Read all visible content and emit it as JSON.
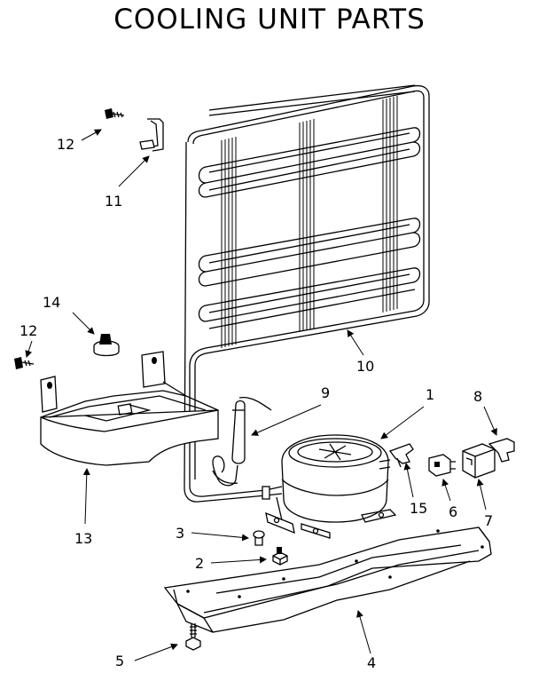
{
  "title": "COOLING UNIT PARTS",
  "callouts": [
    {
      "id": "1",
      "part": "compressor"
    },
    {
      "id": "2",
      "part": "nut"
    },
    {
      "id": "3",
      "part": "mounting-bolt"
    },
    {
      "id": "4",
      "part": "base-plate"
    },
    {
      "id": "5",
      "part": "screw"
    },
    {
      "id": "6",
      "part": "relay"
    },
    {
      "id": "7",
      "part": "overload"
    },
    {
      "id": "8",
      "part": "relay-cover-clip"
    },
    {
      "id": "9",
      "part": "drier"
    },
    {
      "id": "10",
      "part": "condenser"
    },
    {
      "id": "11",
      "part": "bracket"
    },
    {
      "id": "12",
      "part": "screw"
    },
    {
      "id": "13",
      "part": "drain-pan"
    },
    {
      "id": "14",
      "part": "heater-plug"
    },
    {
      "id": "15",
      "part": "clip"
    }
  ]
}
